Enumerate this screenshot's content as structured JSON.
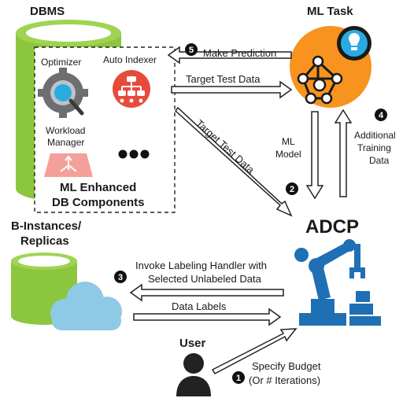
{
  "dbms": {
    "title": "DBMS",
    "optimizer": "Optimizer",
    "auto_indexer": "Auto Indexer",
    "workload_manager_line1": "Workload",
    "workload_manager_line2": "Manager",
    "ml_enhanced_line1": "ML Enhanced",
    "ml_enhanced_line2": "DB Components"
  },
  "ml_task": {
    "title": "ML Task"
  },
  "adcp": {
    "title": "ADCP"
  },
  "b_instances": {
    "line1": "B-Instances/",
    "line2": "Replicas"
  },
  "user": {
    "title": "User"
  },
  "flows": {
    "make_prediction": "Make Prediction",
    "target_test_data_top": "Target Test Data",
    "target_test_data_diag": "Target Test Data",
    "ml_model_line1": "ML",
    "ml_model_line2": "Model",
    "additional_line1": "Additional",
    "additional_line2": "Training",
    "additional_line3": "Data",
    "invoke_line1": "Invoke Labeling Handler with",
    "invoke_line2": "Selected Unlabeled Data",
    "data_labels": "Data Labels",
    "budget_line1": "Specify Budget",
    "budget_line2": "(Or # Iterations)"
  },
  "steps": {
    "s1": "1",
    "s2": "2",
    "s3": "3",
    "s4": "4",
    "s5": "5"
  },
  "colors": {
    "green": "#8cc63f",
    "dark_green": "#5f9a2a",
    "cloud": "#8ecae6",
    "orange": "#f7931e",
    "bulb_blue": "#29abe2",
    "robot_blue": "#1f6fb5",
    "red_circle": "#e84a3c",
    "pink": "#f4a09a"
  }
}
